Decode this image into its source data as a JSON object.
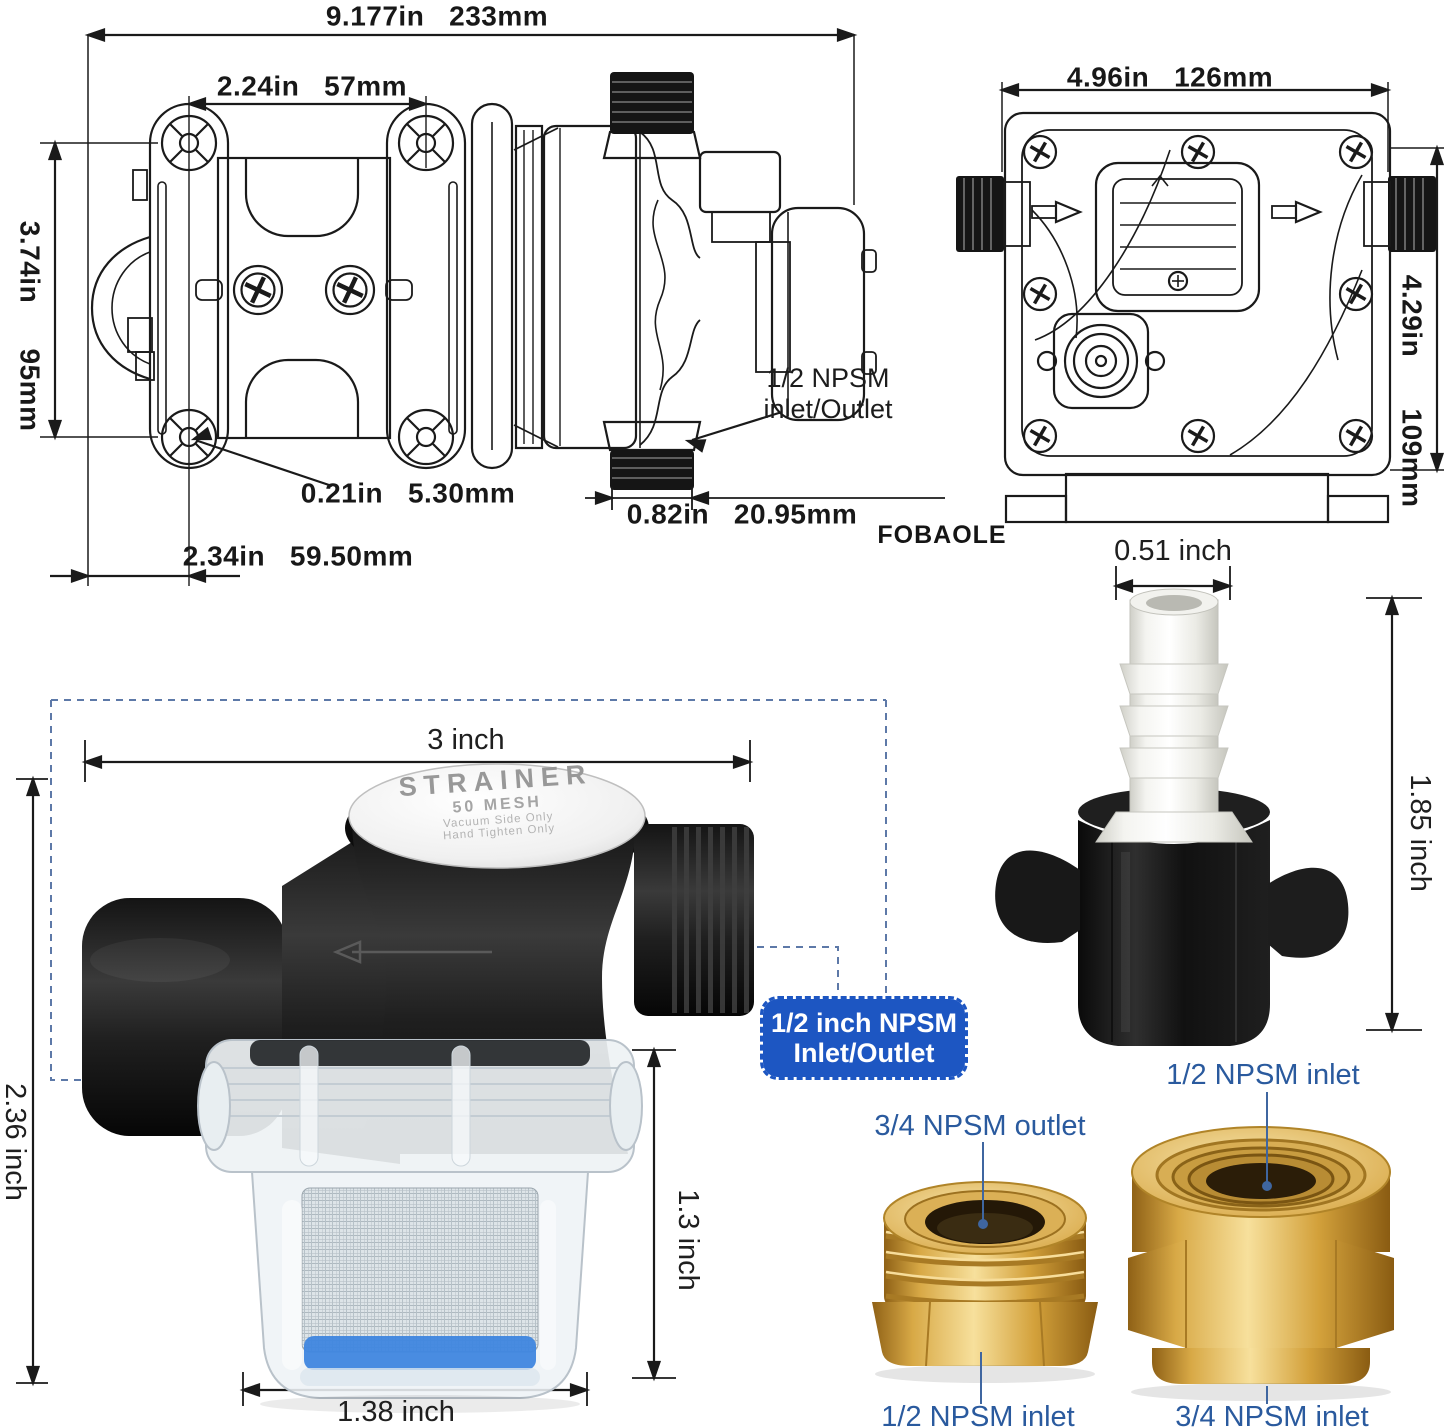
{
  "brand": "FOBAOLE",
  "colors": {
    "accent_blue": "#2a5a9e",
    "badge_blue": "#1d56c2",
    "drawing_ink": "#1a1a1a",
    "brass": "#d8a946",
    "mesh_blue": "#3f86df"
  },
  "pump_front_view": {
    "width_dim": "9.177in   233mm",
    "hole_spacing_dim": "2.24in   57mm",
    "height_dim_in": "3.74in",
    "height_dim_mm": "95mm",
    "hole_dia_dim": "0.21in   5.30mm",
    "offset_dim": "2.34in   59.50mm"
  },
  "pump_side_view": {
    "port_label_line1": "1/2 NPSM",
    "port_label_line2": "inlet/Outlet",
    "port_dim": "0.82in   20.95mm"
  },
  "pump_back_view": {
    "width_dim": "4.96in   126mm",
    "height_dim_in": "4.29in",
    "height_dim_mm": "109mm"
  },
  "strainer": {
    "cap_title": "STRAINER",
    "cap_sub": "50 MESH",
    "cap_note1": "Vacuum Side Only",
    "cap_note2": "Hand Tighten Only",
    "width_dim": "3 inch",
    "height_dim": "2.36 inch",
    "bowl_height_dim": "1.3 inch",
    "bowl_width_dim": "1.38 inch",
    "badge_line1": "1/2 inch NPSM",
    "badge_line2": "Inlet/Outlet"
  },
  "barb_fitting": {
    "width_dim": "0.51 inch",
    "height_dim": "1.85 inch"
  },
  "brass_fittings": {
    "left_top_label": "3/4 NPSM outlet",
    "left_bottom_label": "1/2 NPSM inlet",
    "right_top_label": "1/2 NPSM inlet",
    "right_bottom_label": "3/4 NPSM inlet"
  }
}
